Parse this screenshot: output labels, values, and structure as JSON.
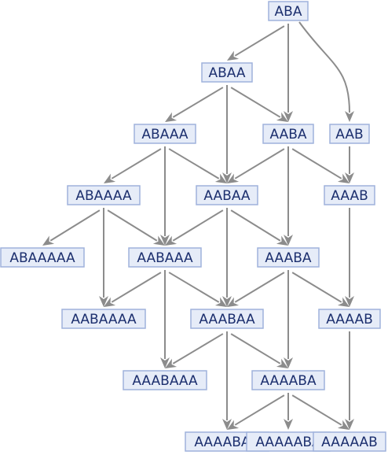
{
  "graph": {
    "nodes": [
      {
        "id": "n0",
        "label": "ABA"
      },
      {
        "id": "n1",
        "label": "ABAA"
      },
      {
        "id": "n2",
        "label": "ABAAA"
      },
      {
        "id": "n3",
        "label": "AABA"
      },
      {
        "id": "n4",
        "label": "AAB"
      },
      {
        "id": "n5",
        "label": "ABAAAA"
      },
      {
        "id": "n6",
        "label": "AABAA"
      },
      {
        "id": "n7",
        "label": "AAAB"
      },
      {
        "id": "n8",
        "label": "ABAAAAA"
      },
      {
        "id": "n9",
        "label": "AABAAA"
      },
      {
        "id": "n10",
        "label": "AAABA"
      },
      {
        "id": "n11",
        "label": "AABAAAA"
      },
      {
        "id": "n12",
        "label": "AAABAA"
      },
      {
        "id": "n13",
        "label": "AAAAB"
      },
      {
        "id": "n14",
        "label": "AAABAAA"
      },
      {
        "id": "n15",
        "label": "AAAABA"
      },
      {
        "id": "n16",
        "label": "AAAABAA"
      },
      {
        "id": "n17",
        "label": "AAAAABA"
      },
      {
        "id": "n18",
        "label": "AAAAAB"
      }
    ],
    "edges": [
      [
        "n0",
        "n1"
      ],
      [
        "n0",
        "n3"
      ],
      [
        "n0",
        "n4"
      ],
      [
        "n1",
        "n2"
      ],
      [
        "n1",
        "n6"
      ],
      [
        "n1",
        "n3"
      ],
      [
        "n2",
        "n5"
      ],
      [
        "n2",
        "n9"
      ],
      [
        "n2",
        "n6"
      ],
      [
        "n3",
        "n6"
      ],
      [
        "n3",
        "n10"
      ],
      [
        "n3",
        "n7"
      ],
      [
        "n4",
        "n7"
      ],
      [
        "n5",
        "n8"
      ],
      [
        "n5",
        "n11"
      ],
      [
        "n5",
        "n9"
      ],
      [
        "n6",
        "n9"
      ],
      [
        "n6",
        "n12"
      ],
      [
        "n6",
        "n10"
      ],
      [
        "n7",
        "n13"
      ],
      [
        "n9",
        "n11"
      ],
      [
        "n9",
        "n14"
      ],
      [
        "n9",
        "n12"
      ],
      [
        "n10",
        "n12"
      ],
      [
        "n10",
        "n15"
      ],
      [
        "n10",
        "n13"
      ],
      [
        "n12",
        "n14"
      ],
      [
        "n12",
        "n16"
      ],
      [
        "n12",
        "n15"
      ],
      [
        "n13",
        "n18"
      ],
      [
        "n15",
        "n16"
      ],
      [
        "n15",
        "n17"
      ],
      [
        "n15",
        "n18"
      ]
    ]
  }
}
